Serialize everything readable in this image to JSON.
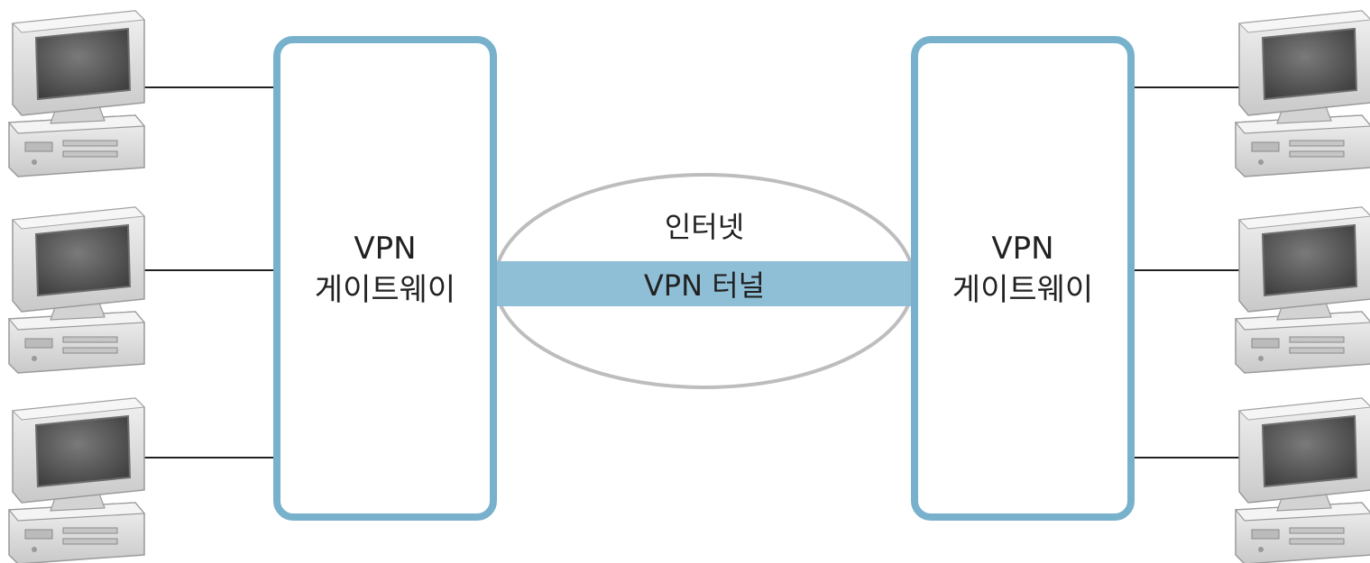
{
  "diagram": {
    "left_gateway": {
      "line1": "VPN",
      "line2": "게이트웨이"
    },
    "right_gateway": {
      "line1": "VPN",
      "line2": "게이트웨이"
    },
    "internet_label": "인터넷",
    "tunnel_label": "VPN 터널",
    "left_computers": [
      "computer-icon",
      "computer-icon",
      "computer-icon"
    ],
    "right_computers": [
      "computer-icon",
      "computer-icon",
      "computer-icon"
    ]
  },
  "colors": {
    "gateway_border": "#78b1cc",
    "tunnel_fill": "#8fbfd6",
    "internet_outline": "#bdbdbd",
    "link_line": "#222222",
    "monitor_body": "#dcdcdc",
    "screen": "#555555"
  }
}
